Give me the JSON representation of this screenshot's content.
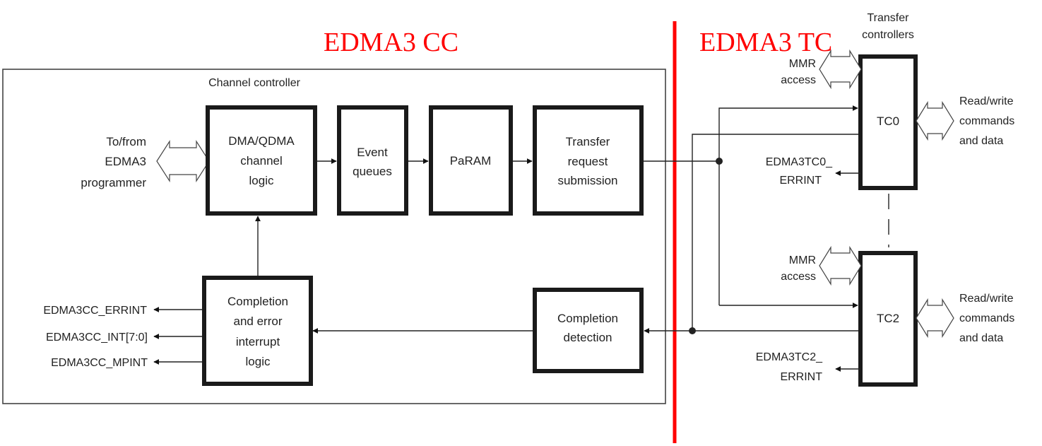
{
  "headings": {
    "cc": "EDMA3  CC",
    "tc": "EDMA3  TC",
    "divider_color": "#ff0000"
  },
  "channel_controller": {
    "title": "Channel controller",
    "external": [
      "To/from",
      "EDMA3",
      "programmer"
    ],
    "blocks": {
      "dma": [
        "DMA/QDMA",
        "channel",
        "logic"
      ],
      "event_queues": [
        "Event",
        "queues"
      ],
      "param": [
        "PaRAM"
      ],
      "transfer_request": [
        "Transfer",
        "request",
        "submission"
      ],
      "completion_error": [
        "Completion",
        "and error",
        "interrupt",
        "logic"
      ],
      "completion_detection": [
        "Completion",
        "detection"
      ]
    },
    "outputs": [
      "EDMA3CC_ERRINT",
      "EDMA3CC_INT[7:0]",
      "EDMA3CC_MPINT"
    ]
  },
  "transfer_controllers": {
    "title": [
      "Transfer",
      "controllers"
    ],
    "tc0": {
      "name": "TC0",
      "mmr": [
        "MMR",
        "access"
      ],
      "rw": [
        "Read/write",
        "commands",
        "and data"
      ],
      "errint": [
        "EDMA3TC0_",
        "ERRINT"
      ]
    },
    "tc2": {
      "name": "TC2",
      "mmr": [
        "MMR",
        "access"
      ],
      "rw": [
        "Read/write",
        "commands",
        "and data"
      ],
      "errint": [
        "EDMA3TC2_",
        "ERRINT"
      ]
    }
  }
}
